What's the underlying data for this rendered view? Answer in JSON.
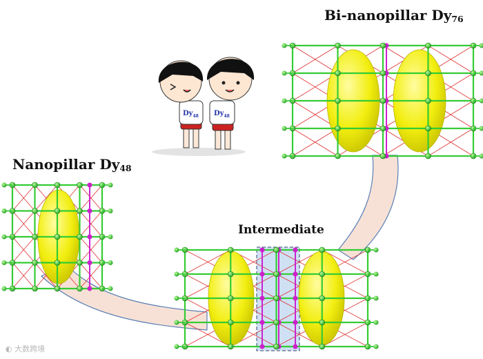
{
  "labels": {
    "bi_name": "Bi-nanopillar Dy",
    "bi_sub": "76",
    "nano_name": "Nanopillar Dy",
    "nano_sub": "48",
    "intermediate": "Intermediate"
  },
  "cartoon": {
    "shirt_left_name": "Dy",
    "shirt_left_sub": "48",
    "shirt_right_name": "Dy",
    "shirt_right_sub": "48"
  },
  "watermark": "大数跨境",
  "colors": {
    "green_bond": "#33cc33",
    "green_atom": "#22bb22",
    "red_bond": "#e03030",
    "magenta": "#cc22cc",
    "yellow_core": "#f2ee10",
    "arrow_fill": "#f7e1d6",
    "arrow_stroke": "#5a7fb5",
    "inter_box": "#cfe0f5"
  },
  "icons": [
    "green-atom-icon",
    "magenta-atom-icon",
    "yellow-ellipsoid-icon",
    "transform-arrow-icon"
  ]
}
